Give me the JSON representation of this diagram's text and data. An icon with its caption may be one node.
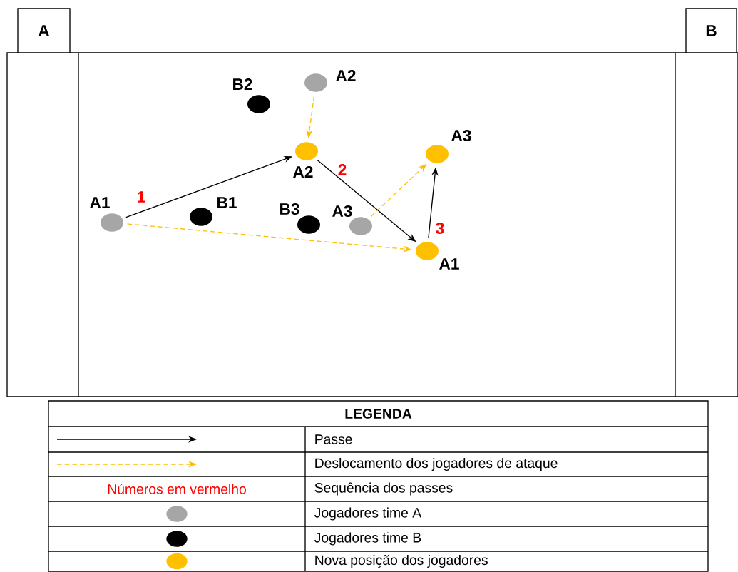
{
  "diagram": {
    "nodes": [
      {
        "text": [
          "A"
        ]
      },
      {
        "text": [
          "B"
        ]
      },
      {
        "text": [],
        "shape": "circle",
        "beside": [
          "B2"
        ]
      },
      {
        "text": [],
        "shape": "circle",
        "beside": [
          "A2"
        ]
      },
      {
        "text": [],
        "shape": "circle",
        "beside": [
          "A2"
        ]
      },
      {
        "text": [],
        "shape": "circle",
        "beside": [
          "A3"
        ]
      },
      {
        "text": [],
        "shape": "circle",
        "beside": [
          "A1"
        ]
      },
      {
        "text": [],
        "shape": "circle",
        "beside": [
          "B1"
        ]
      },
      {
        "text": [],
        "shape": "circle",
        "beside": [
          "B3"
        ]
      },
      {
        "text": [],
        "shape": "circle",
        "beside": [
          "A3"
        ]
      },
      {
        "text": [],
        "shape": "circle",
        "beside": [
          "A1"
        ]
      }
    ],
    "edges": [
      {
        "from": 6,
        "to": 4,
        "arrow": "to",
        "label": "1"
      },
      {
        "from": 4,
        "to": 10,
        "arrow": "to",
        "label": "2"
      },
      {
        "from": 10,
        "to": 5,
        "arrow": "to",
        "label": "3"
      },
      {
        "from": 3,
        "to": 4,
        "arrow": "to",
        "style": "dashed",
        "color": "#ffc000"
      },
      {
        "from": 9,
        "to": 5,
        "arrow": "to",
        "style": "dashed",
        "color": "#ffc000"
      },
      {
        "from": 6,
        "to": 10,
        "arrow": "to",
        "style": "dashed",
        "color": "#ffc000"
      }
    ],
    "labels": [
      "LEGENDA",
      "Números em vermelho"
    ],
    "legend": [
      {
        "text": "Passe"
      },
      {
        "text": "Deslocamento dos jogadores de ataque"
      },
      {
        "text": "Sequência dos passes"
      },
      {
        "text": "Jogadores time A",
        "color": "#a6a6a6"
      },
      {
        "text": "Jogadores time B",
        "color": "#000000"
      },
      {
        "text": "Nova posição dos jogadores",
        "color": "#ffc000"
      }
    ]
  }
}
